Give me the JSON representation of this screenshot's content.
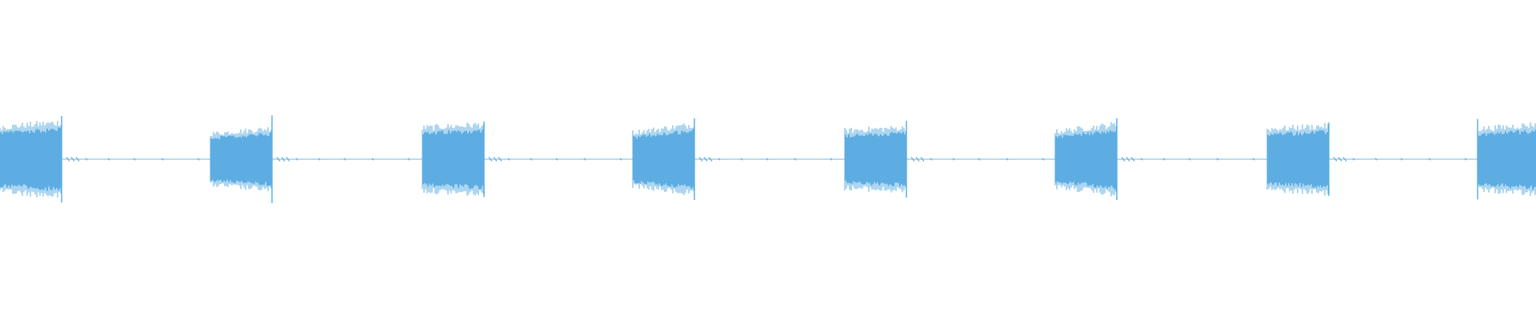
{
  "waveform": {
    "color": "#5DADE2",
    "background": "#FFFFFF",
    "bursts": [
      {
        "start": 0.0,
        "end": 0.04,
        "env_start": 0.48,
        "env_end": 0.55,
        "peak": 0.72
      },
      {
        "start": 0.137,
        "end": 0.177,
        "env_start": 0.38,
        "env_end": 0.46,
        "peak": 0.73
      },
      {
        "start": 0.275,
        "end": 0.315,
        "env_start": 0.47,
        "env_end": 0.52,
        "peak": 0.63
      },
      {
        "start": 0.412,
        "end": 0.452,
        "env_start": 0.4,
        "env_end": 0.52,
        "peak": 0.68
      },
      {
        "start": 0.55,
        "end": 0.59,
        "env_start": 0.43,
        "env_end": 0.47,
        "peak": 0.64
      },
      {
        "start": 0.687,
        "end": 0.727,
        "env_start": 0.41,
        "env_end": 0.52,
        "peak": 0.68
      },
      {
        "start": 0.825,
        "end": 0.865,
        "env_start": 0.45,
        "env_end": 0.5,
        "peak": 0.61
      },
      {
        "start": 0.962,
        "end": 1.0,
        "env_start": 0.45,
        "env_end": 0.52,
        "peak": 0.67
      }
    ]
  }
}
